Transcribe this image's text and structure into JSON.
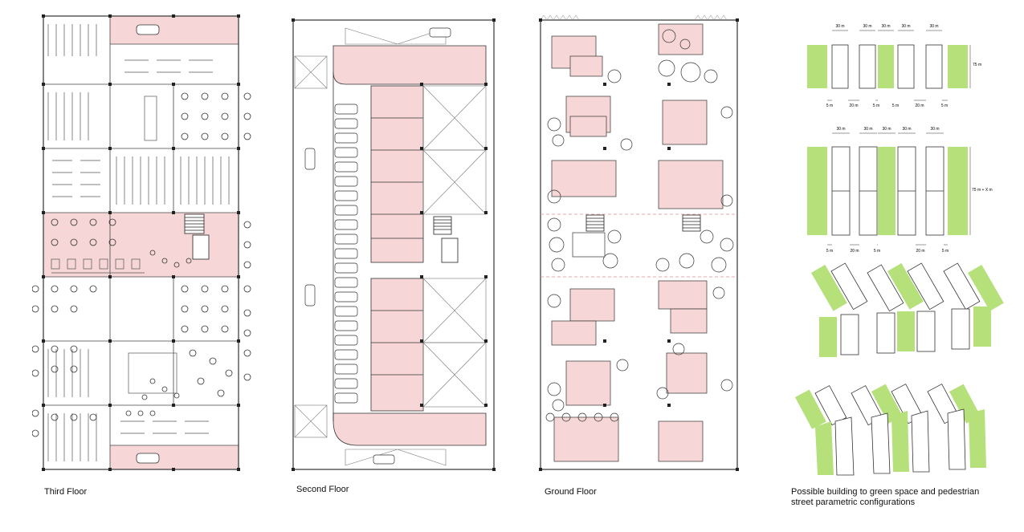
{
  "captions": {
    "third_floor": "Third Floor",
    "second_floor": "Second Floor",
    "ground_floor": "Ground Floor",
    "configurations_line1": "Possible building to green space  and pedestrian",
    "configurations_line2": "street parametric configurations"
  },
  "config_diagram_1": {
    "widths": [
      "30 m",
      "30 m",
      "30 m",
      "30 m",
      "30 m"
    ],
    "height": "75 m",
    "gaps": [
      "5 m",
      "20 m",
      "5 m",
      "20 m",
      "5 m",
      "5 m"
    ]
  },
  "config_diagram_2": {
    "widths": [
      "30 m",
      "30 m",
      "30 m",
      "30 m",
      "30 m"
    ],
    "height": "75 m + X m",
    "gaps": [
      "5 m",
      "20 m",
      "5 m",
      "20 m",
      "5 m"
    ]
  },
  "colors": {
    "highlight": "#f6d6d6",
    "green": "#b5e07a",
    "line": "#333333"
  }
}
